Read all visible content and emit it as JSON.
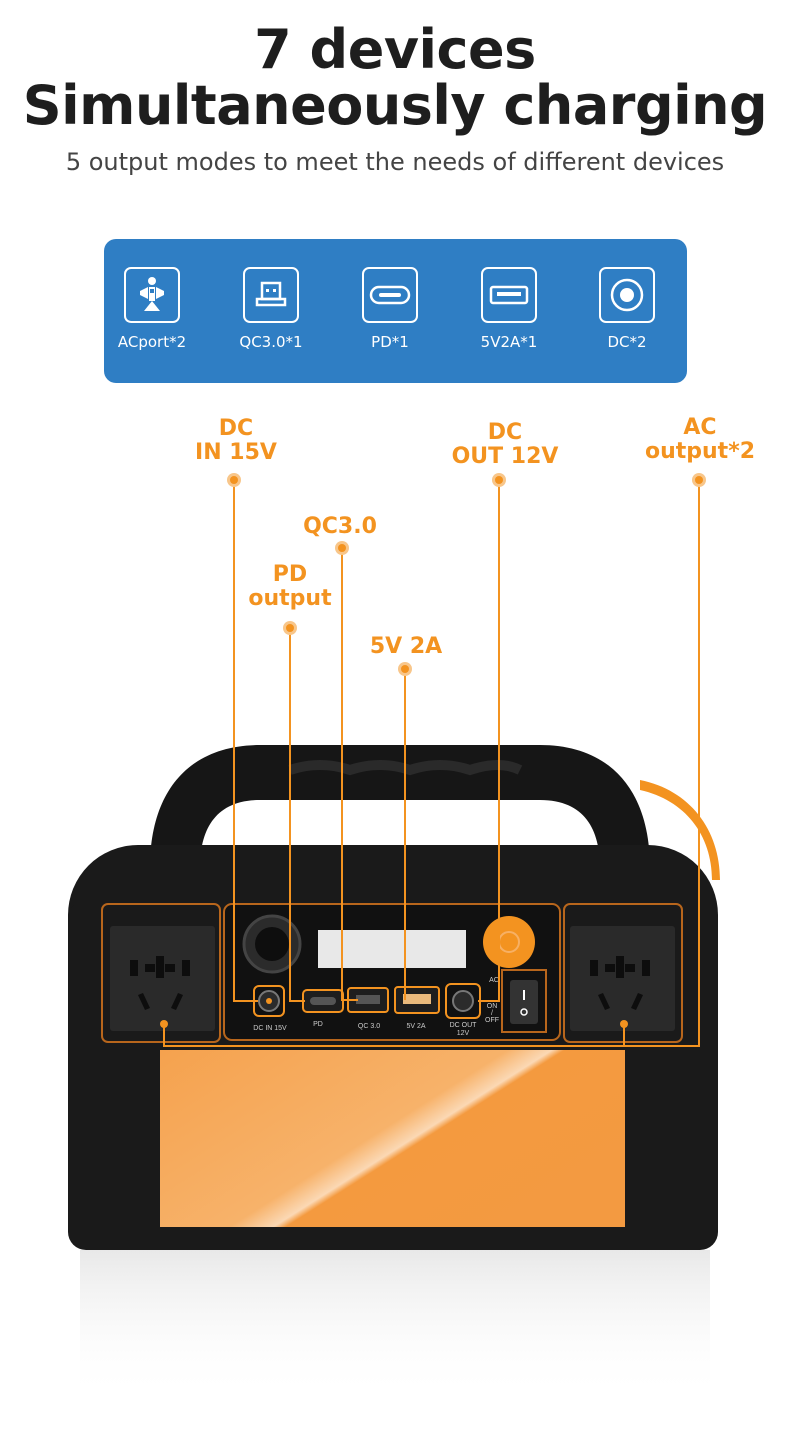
{
  "headline": {
    "line1": "7 devices",
    "line2": "Simultaneously charging",
    "subtitle": "5 output modes to meet the needs of different devices"
  },
  "port_types": [
    {
      "label": "ACport*2",
      "icon": "ac-outlet-icon"
    },
    {
      "label": "QC3.0*1",
      "icon": "usb-a-icon"
    },
    {
      "label": "PD*1",
      "icon": "usb-c-icon"
    },
    {
      "label": "5V2A*1",
      "icon": "usb-a-flat-icon"
    },
    {
      "label": "DC*2",
      "icon": "dc-barrel-icon"
    }
  ],
  "callouts": {
    "dc_in": [
      "DC",
      "IN 15V"
    ],
    "pd": [
      "PD",
      "output"
    ],
    "qc": [
      "QC3.0"
    ],
    "v5": [
      "5V 2A"
    ],
    "dc_out": [
      "DC",
      "OUT 12V"
    ],
    "ac": [
      "AC",
      "output*2"
    ]
  },
  "device_panel": {
    "dc_in": "DC IN 15V",
    "pd": "PD",
    "qc": "QC 3.0",
    "v5": "5V 2A",
    "dc_out_1": "DC OUT",
    "dc_out_2": "12V",
    "ac": "AC",
    "on": "ON",
    "slash": "/",
    "off": "OFF"
  },
  "colors": {
    "panel_blue": "#2f7ec4",
    "accent_orange": "#f39320",
    "device_black": "#1a1a1a"
  }
}
